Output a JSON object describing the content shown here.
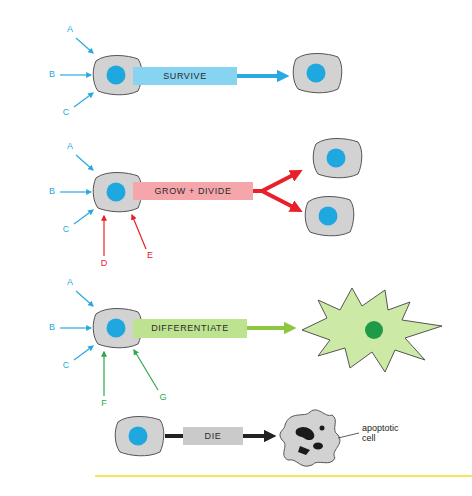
{
  "diagram": {
    "nodes": [
      {
        "text": [
          "SURVIVE"
        ]
      },
      {
        "text": [
          "GROW + DIVIDE"
        ]
      },
      {
        "text": [
          "DIFFERENTIATE"
        ]
      },
      {
        "text": [
          "DIE"
        ]
      }
    ],
    "labels": [
      "A",
      "B",
      "C",
      "A",
      "B",
      "C",
      "D",
      "E",
      "A",
      "B",
      "C",
      "F",
      "G",
      "apoptotic cell"
    ]
  }
}
